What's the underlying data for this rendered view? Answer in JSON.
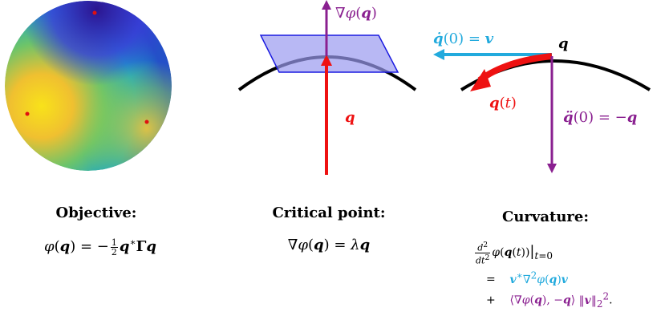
{
  "panels": {
    "objective": {
      "caption": "Objective:",
      "formula": "φ(q) = −½ q*Γq"
    },
    "critical": {
      "caption": "Critical point:",
      "formula": "∇φ(q) = λq",
      "label_grad": "∇φ(q)",
      "label_q": "q"
    },
    "curvature": {
      "caption": "Curvature:",
      "label_qdot": "q̇(0) = v",
      "label_q": "q",
      "label_qt": "q(t)",
      "label_qddot": "q̈(0) = −q",
      "line1": "d²/dt² φ(q(t))|t=0",
      "line2": "= v*∇²φ(q)v",
      "line3": "+ ⟨∇φ(q), −q⟩ ‖v‖²₂."
    }
  },
  "colors": {
    "red": "#ee1111",
    "purple": "#8a2090",
    "cyan": "#22aadd",
    "plane": "#9a9af0"
  }
}
